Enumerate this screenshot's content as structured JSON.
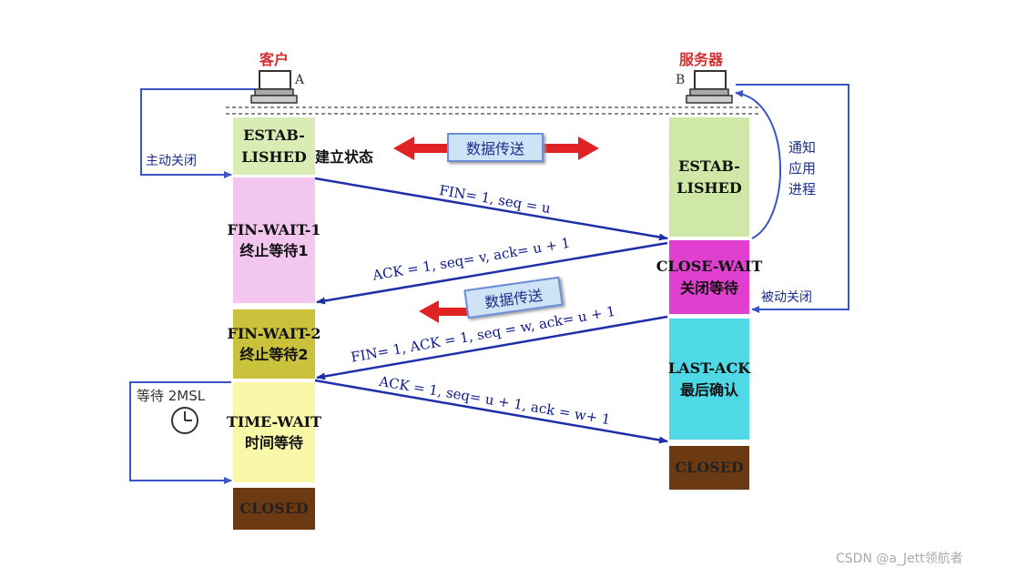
{
  "client": {
    "title": "客户",
    "letter": "A"
  },
  "server": {
    "title": "服务器",
    "letter": "B"
  },
  "client_states": [
    {
      "line1": "ESTAB-",
      "line2": "LISHED",
      "color": "#d9ecb6"
    },
    {
      "line1": "FIN-WAIT-1",
      "line2": "终止等待1",
      "color": "#f3c6ef"
    },
    {
      "line1": "FIN-WAIT-2",
      "line2": "终止等待2",
      "color": "#c9c23a"
    },
    {
      "line1": "TIME-WAIT",
      "line2": "时间等待",
      "color": "#f9f7a8"
    },
    {
      "line1": "CLOSED",
      "color": "#6b3a12"
    }
  ],
  "established_suffix": "建立状态",
  "server_states": [
    {
      "line1": "ESTAB-",
      "line2": "LISHED",
      "color": "#cfe8a7"
    },
    {
      "line1": "CLOSE-WAIT",
      "line2": "关闭等待",
      "color": "#e03fd0"
    },
    {
      "line1": "LAST-ACK",
      "line2": "最后确认",
      "color": "#4fd8e6"
    },
    {
      "line1": "CLOSED",
      "color": "#6b3a12"
    }
  ],
  "messages": {
    "fin1": "FIN= 1, seq = u",
    "ack1": "ACK = 1, seq= v, ack= u + 1",
    "fin2": "FIN= 1, ACK = 1, seq = w, ack= u + 1",
    "ack2": "ACK = 1, seq= u + 1, ack = w+ 1"
  },
  "data_transfer": "数据传送",
  "side_labels": {
    "active_close": "主动关闭",
    "notify_line1": "通知",
    "notify_line2": "应用",
    "notify_line3": "进程",
    "passive_close": "被动关闭",
    "wait_2msl": "等待 2MSL"
  },
  "icons": [
    "computer-icon",
    "clock-icon"
  ],
  "watermark": "CSDN @a_Jett领航者",
  "colors": {
    "arrow_blue": "#1f2fa8",
    "arrow_red": "#e02222",
    "line_blue": "#3a55c8"
  }
}
